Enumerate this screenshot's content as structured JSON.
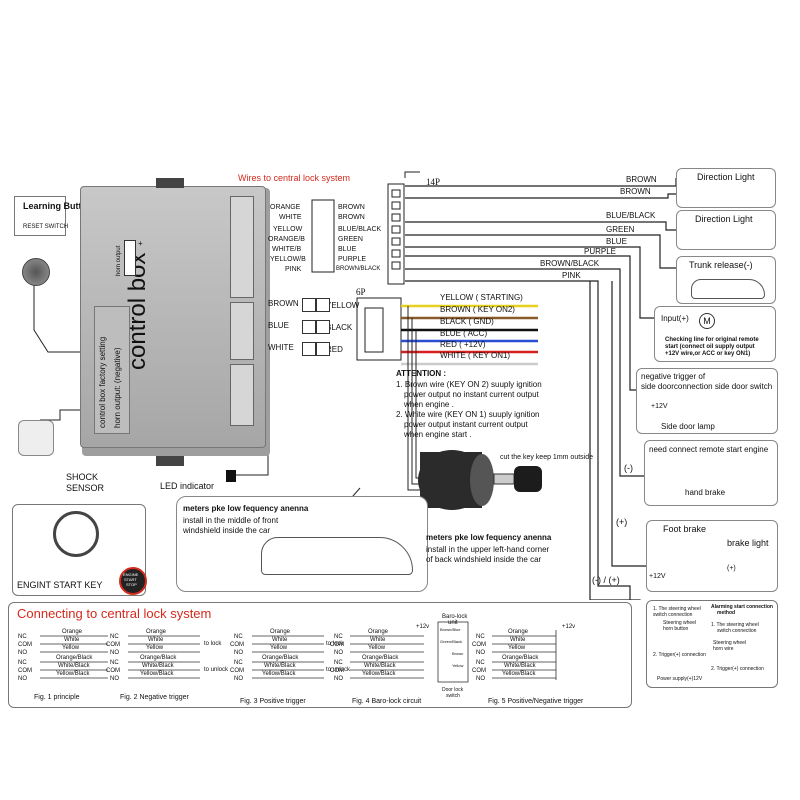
{
  "control_box": {
    "title": "control box",
    "factory_setting_line1": "control box factory setting",
    "factory_setting_line2": "horn output: (negative)",
    "horn_output_label": "horn output",
    "plus": "+",
    "minus": "-"
  },
  "learning_button": {
    "title": "Learning Button",
    "sub": "RESET SWITCH"
  },
  "shock_sensor": {
    "label": "SHOCK SENSOR"
  },
  "led_indicator": {
    "label": "LED indicator"
  },
  "central_lock_header": "Wires to central lock system",
  "connector_14p": {
    "label": "14P",
    "left_wires": [
      "ORANGE",
      "WHITE",
      "YELLOW",
      "ORANGE/B",
      "WHITE/B",
      "YELLOW/B",
      "PINK"
    ],
    "right_wires": [
      "BROWN",
      "BROWN",
      "BLUE/BLACK",
      "GREEN",
      "BLUE",
      "PURPLE",
      "BROWN/BLACK"
    ]
  },
  "connector_6p": {
    "label": "6P",
    "left": [
      "BROWN",
      "BLUE",
      "WHITE"
    ],
    "right": [
      "YELLOW",
      "BLACK",
      "RED"
    ]
  },
  "ignition_wires": [
    {
      "label": "YELLOW ( STARTING)",
      "color": "#e6d21e"
    },
    {
      "label": "BROWN ( KEY ON2)",
      "color": "#8b5a2b"
    },
    {
      "label": "BLACK ( GND)",
      "color": "#111111"
    },
    {
      "label": "BLUE ( ACC)",
      "color": "#2a4fd6"
    },
    {
      "label": "RED ( +12V)",
      "color": "#d61e1e"
    },
    {
      "label": "WHITE ( KEY ON1)",
      "color": "#bbbbbb"
    }
  ],
  "output_wires": [
    "BROWN",
    "BROWN",
    "BLUE/BLACK",
    "GREEN",
    "BLUE",
    "PURPLE",
    "BROWN/BLACK",
    "PINK"
  ],
  "attention": {
    "title": "ATTENTION :",
    "item1": [
      "1. Brown wire (KEY  ON 2) suuply ignition",
      "power output no instant current output",
      "when engine ."
    ],
    "item2": [
      "2. White wire (KEY  ON 1) suuply ignition",
      "power output  instant current output",
      "when engine start ."
    ]
  },
  "ignition_key_note": "cut the key keep 1mm outside",
  "direction_light_1": "Direction Light",
  "direction_light_2": "Direction Light",
  "trunk_release": "Trunk release(-)",
  "input_plus": "Input(+)",
  "motor_symbol": "M",
  "checking_line": [
    "Checking line for original remote",
    "start (connect oil supply output",
    "+12V wire,or ACC or key ON1)"
  ],
  "door_trigger": {
    "title_line1": "negative trigger of",
    "title_line2": "side doorconnection  side door switch",
    "plus12": "+12V",
    "lamp": "Side door lamp"
  },
  "remote_start": {
    "title": "need connect remote start engine",
    "hand_brake": "hand brake",
    "minus": "(-)"
  },
  "foot_brake": {
    "title": "Foot brake",
    "brake_light": "brake light",
    "plus": "(+)",
    "plus12": "+12V",
    "plus_small": "(+)"
  },
  "plus_minus": "(-) / (+)",
  "alarm_box": {
    "title": [
      "Alarming start connection",
      "method"
    ],
    "item1": [
      "1. The steering wheel",
      "switch connection"
    ],
    "steering_horn": [
      "Steering wheel",
      "horn button"
    ],
    "steer1_right": [
      "1. The steering wheel",
      "switch connection"
    ],
    "steer_wire": [
      "Steering wheel",
      "horn wire"
    ],
    "item2": "2. Trigger(+) connection",
    "item2_right": "2. Trigger(+) connection",
    "power": "Power supply(+)12V"
  },
  "antenna": {
    "a1_title": "meters pke low fequency anenna",
    "a1_desc": [
      "install in the  middle of front",
      "windshield inside the car"
    ],
    "a2_title": "meters pke low fequency anenna",
    "a2_desc": [
      "install in the  upper left-hand corner",
      "of back windshield inside the car"
    ]
  },
  "engine_start": {
    "label": "ENGINT START KEY",
    "btn": [
      "ENGINE",
      "START",
      "STOP"
    ]
  },
  "central_lock_section": {
    "title": "Connecting to central lock system",
    "row_labels": [
      "NC",
      "COM",
      "NO",
      "NC",
      "COM",
      "NO"
    ],
    "wires": [
      "Orange",
      "White",
      "Yellow",
      "Orange/Black",
      "White/Black",
      "Yellow/Black"
    ],
    "to_lock": "to lock",
    "to_unlock": "to unlock",
    "plus12": "+12v",
    "baro": [
      "Baro-lock",
      "unit"
    ],
    "baro_wires": [
      "Brown/Blue",
      "Green/Black",
      "Brown",
      "Yellow"
    ],
    "baro_switch": [
      "Door lock",
      "switch"
    ],
    "figs": [
      "Fig. 1  principle",
      "Fig. 2  Negative trigger",
      "Fig. 3  Positive trigger",
      "Fig. 4  Baro-lock circuit",
      "Fig. 5  Positive/Negative trigger"
    ]
  }
}
